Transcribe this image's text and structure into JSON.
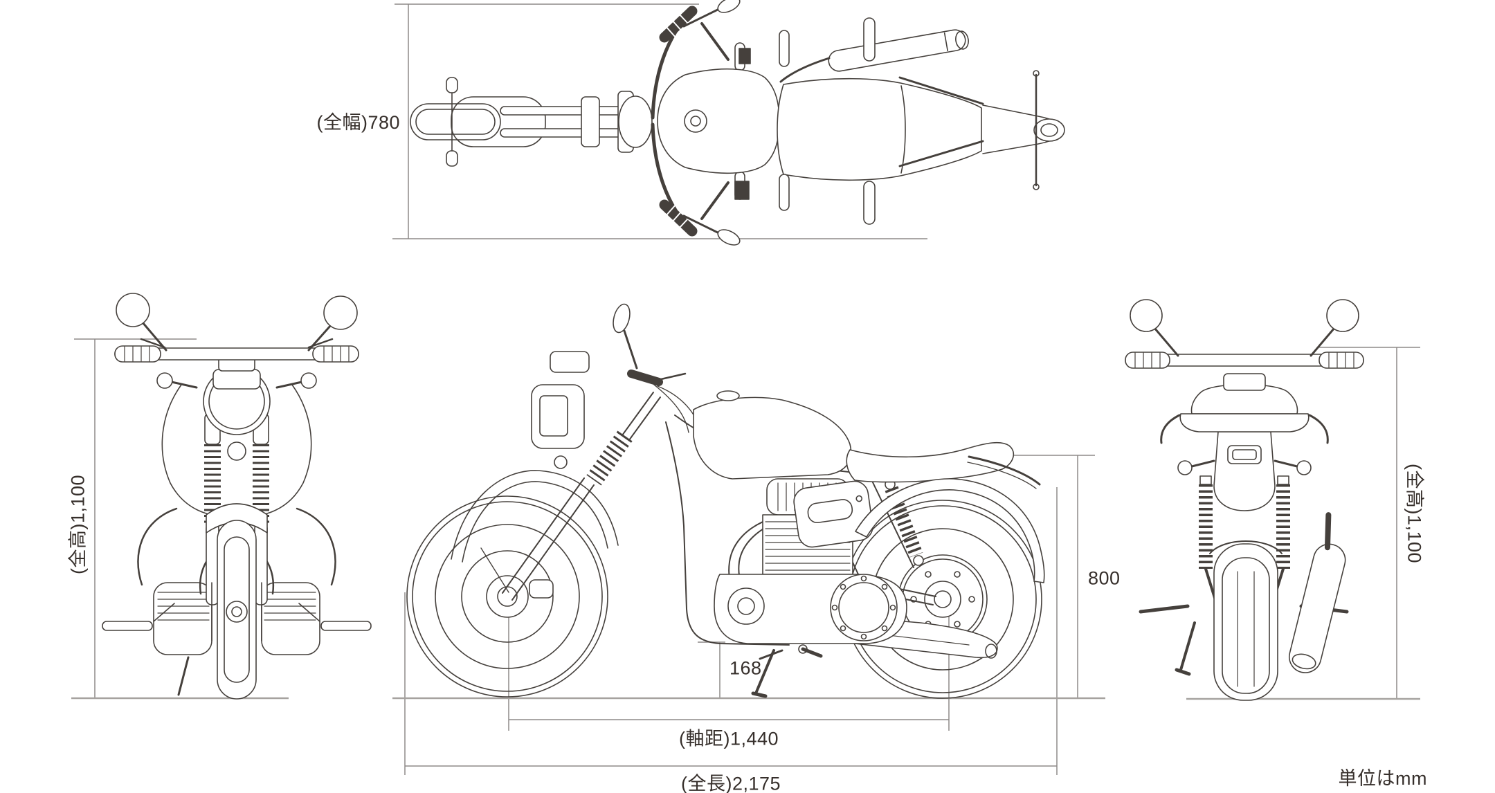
{
  "diagram": {
    "unit_note": "単位はmm",
    "dimensions": {
      "overall_width": {
        "label": "(全幅)",
        "value": "780",
        "text": "(全幅)780"
      },
      "overall_height_left": {
        "label": "(全高)",
        "value": "1,100",
        "text": "(全高)1,100"
      },
      "overall_height_right": {
        "label": "(全高)",
        "value": "1,100",
        "text": "(全高)1,100"
      },
      "ground_clearance": {
        "value": "168",
        "text": "168"
      },
      "seat_height": {
        "value": "800",
        "text": "800"
      },
      "wheelbase": {
        "label": "(軸距)",
        "value": "1,440",
        "text": "(軸距)1,440"
      },
      "overall_length": {
        "label": "(全長)",
        "value": "2,175",
        "text": "(全長)2,175"
      }
    },
    "colors": {
      "background": "#ffffff",
      "line_art": "#45403c",
      "dimension_lines": "#8d8a88",
      "ground_line": "#a6a29f",
      "text": "#362f2b"
    }
  }
}
